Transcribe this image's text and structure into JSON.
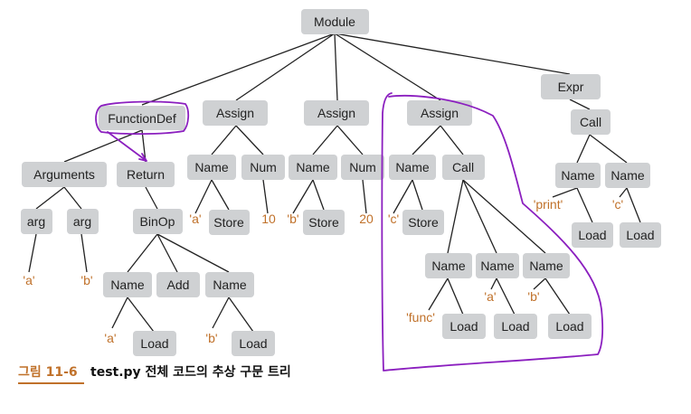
{
  "colors": {
    "node_fill": "#cfd1d3",
    "edge": "#222222",
    "literal": "#c0712a",
    "highlight": "#8b1fbf",
    "caption_accent": "#c0712a",
    "caption_text": "#111111"
  },
  "nodes": {
    "module": "Module",
    "functiondef": "FunctionDef",
    "arguments": "Arguments",
    "arg1": "arg",
    "arg2": "arg",
    "arg1_val": "'a'",
    "arg2_val": "'b'",
    "return": "Return",
    "binop": "BinOp",
    "binop_name1": "Name",
    "add": "Add",
    "binop_name2": "Name",
    "binop_a": "'a'",
    "binop_load1": "Load",
    "binop_b": "'b'",
    "binop_load2": "Load",
    "assign1": "Assign",
    "assign1_name": "Name",
    "assign1_num": "Num",
    "assign1_a": "'a'",
    "assign1_store": "Store",
    "assign1_10": "10",
    "assign2": "Assign",
    "assign2_name": "Name",
    "assign2_num": "Num",
    "assign2_b": "'b'",
    "assign2_store": "Store",
    "assign2_20": "20",
    "assign3": "Assign",
    "assign3_name": "Name",
    "assign3_call": "Call",
    "assign3_c": "'c'",
    "assign3_store": "Store",
    "call_name_func": "Name",
    "call_name_a": "Name",
    "call_name_b": "Name",
    "func_lit": "'func'",
    "func_load": "Load",
    "a_lit": "'a'",
    "a_load": "Load",
    "b_lit": "'b'",
    "b_load": "Load",
    "expr": "Expr",
    "expr_call": "Call",
    "expr_name_print": "Name",
    "expr_name_c": "Name",
    "print_lit": "'print'",
    "print_load": "Load",
    "c_lit": "'c'",
    "c_load": "Load"
  },
  "caption": {
    "prefix": "그림 11-6",
    "text": "test.py 전체 코드의 추상 구문 트리"
  }
}
